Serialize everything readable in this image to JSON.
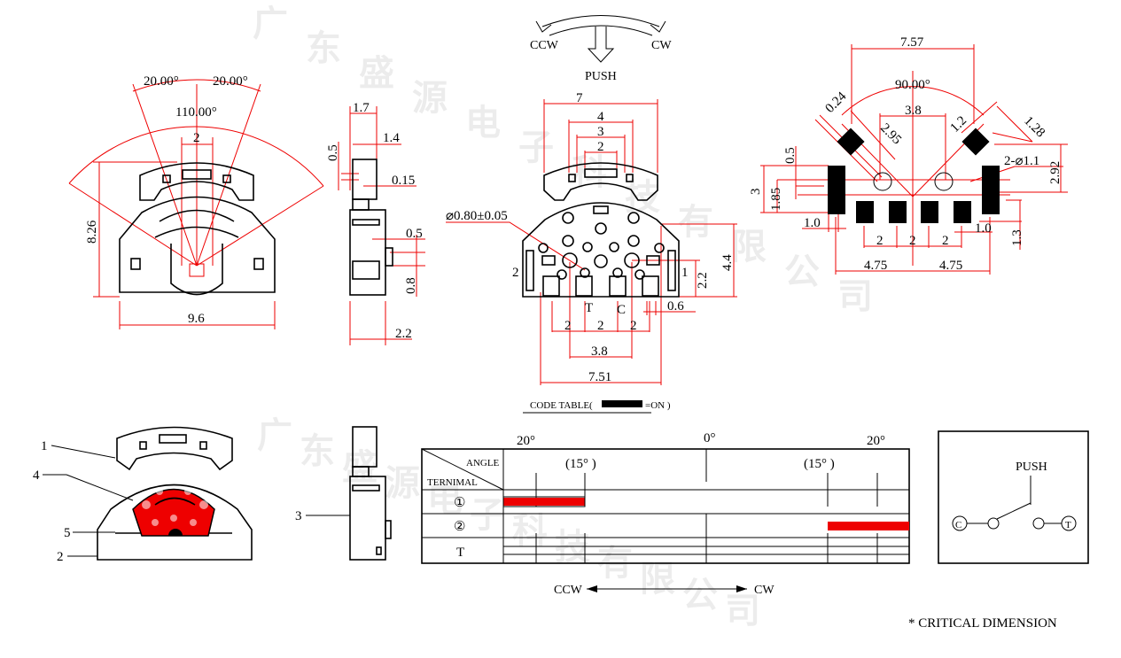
{
  "watermark": {
    "text": "广东盛源电子科技有限公司"
  },
  "top_left_view": {
    "angle_left": "20.00°",
    "angle_right": "20.00°",
    "angle_total": "110.00°",
    "dim_top": "2",
    "dim_height": "8.26",
    "dim_width": "9.6"
  },
  "side_view": {
    "d1": "1.7",
    "d2": "1.4",
    "d3": "0.5",
    "d4": "0.15",
    "d5": "0.5",
    "d6": "0.8",
    "d7": "2.2"
  },
  "front_view": {
    "push": "PUSH",
    "ccw": "CCW",
    "cw": "CW",
    "d7": "7",
    "d4": "4",
    "d3": "3",
    "d2": "2",
    "hole": "⌀0.80±0.05",
    "pin2": "2",
    "pin1": "1",
    "d22": "2.2",
    "d44": "4.4",
    "t": "T",
    "c": "C",
    "d06": "0.6",
    "p1": "2",
    "p2": "2",
    "p3": "2",
    "d38": "3.8",
    "d751": "7.51"
  },
  "footprint_view": {
    "d757": "7.57",
    "angle": "90.00°",
    "d024": "0.24",
    "d38": "3.8",
    "d295": "2.95",
    "d12": "1.2",
    "d128": "1.28",
    "d05": "0.5",
    "holes": "2-⌀1.1",
    "d292": "2.92",
    "d3": "3",
    "d185": "1.85",
    "d10a": "1.0",
    "p1": "2",
    "p2": "2",
    "p3": "2",
    "d10b": "1.0",
    "d13": "1.3",
    "d475a": "4.75",
    "d475b": "4.75"
  },
  "code_table": {
    "title": "CODE TABLE(",
    "legend": "=ON  )",
    "angle_left": "20°",
    "angle_center": "0°",
    "angle_right": "20°",
    "header_angle": "ANGLE",
    "header_terminal": "TERNIMAL",
    "detent_left": "(15° )",
    "detent_right": "(15° )",
    "rows": [
      "①",
      "②",
      "T"
    ],
    "on_color": "#ee0000"
  },
  "exploded_view": {
    "callouts": [
      "1",
      "4",
      "5",
      "2",
      "3"
    ]
  },
  "direction": {
    "ccw": "CCW",
    "cw": "CW"
  },
  "schematic": {
    "push": "PUSH",
    "c": "C",
    "t": "T"
  },
  "note": "* CRITICAL  DIMENSION"
}
